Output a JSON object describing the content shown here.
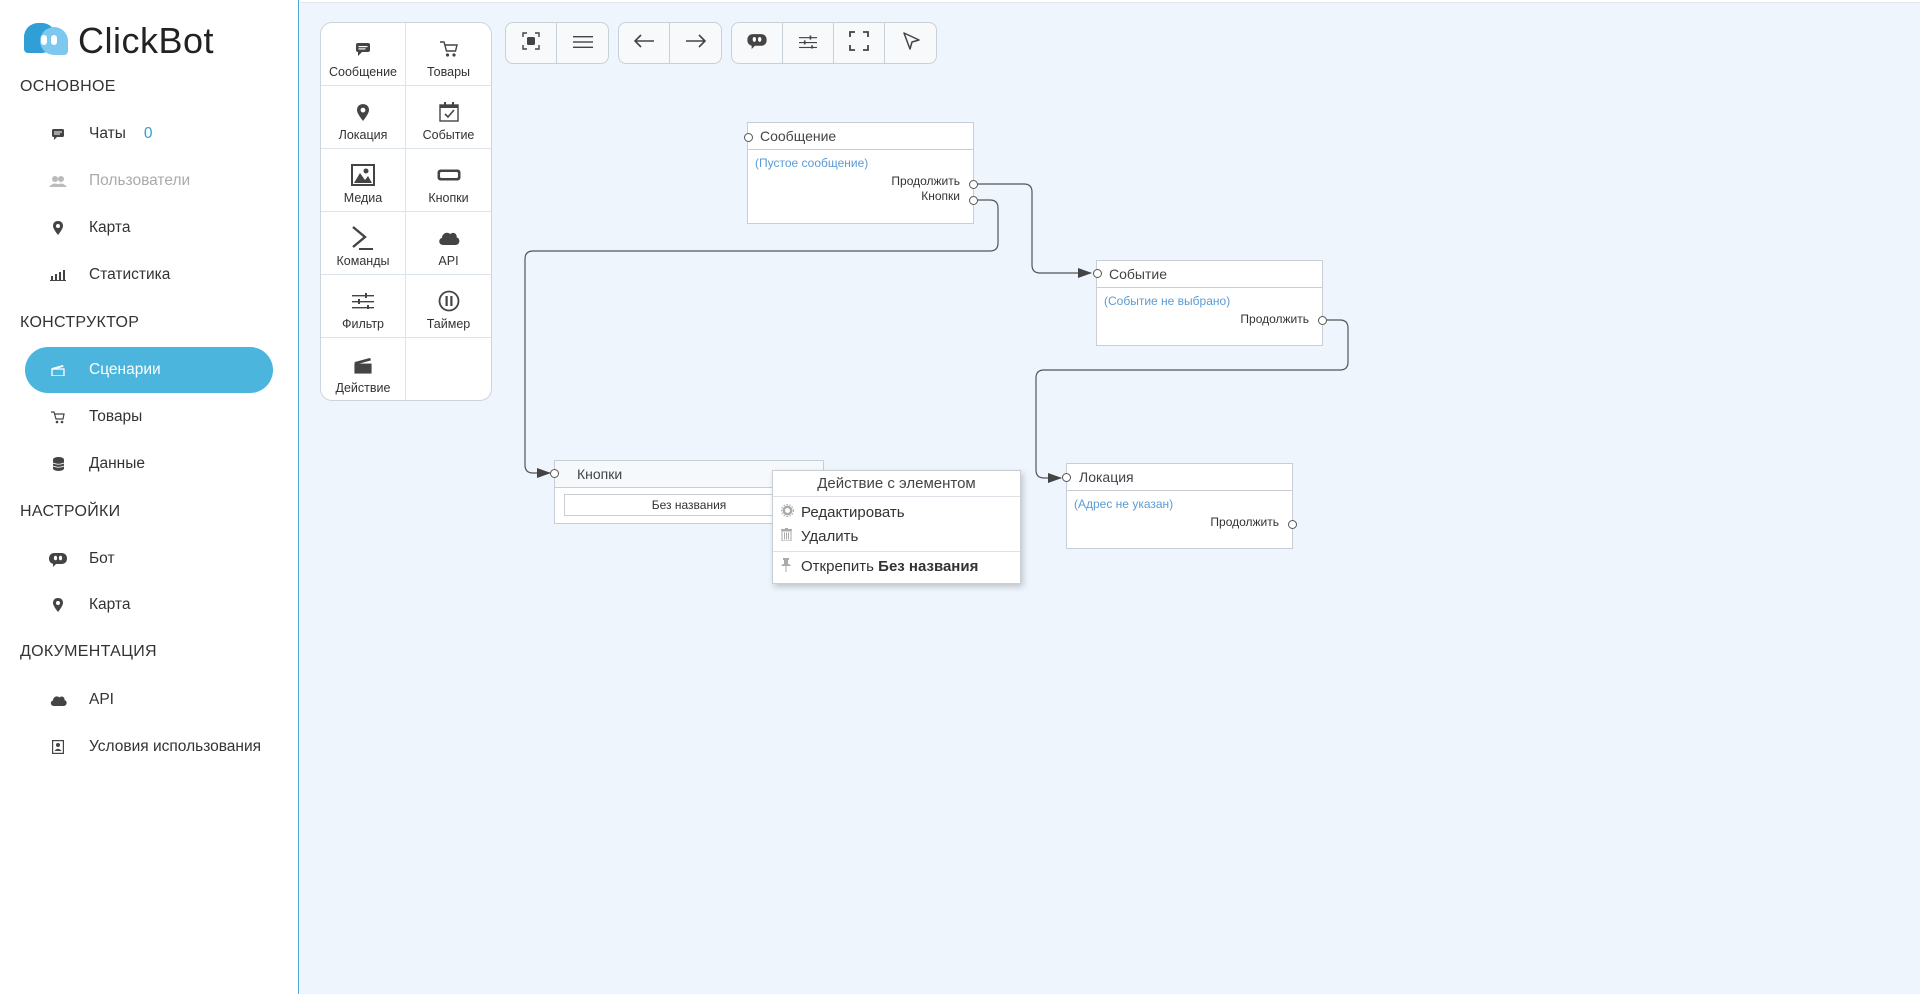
{
  "app": {
    "name": "ClickBot"
  },
  "sidebar": {
    "sections": {
      "main": "ОСНОВНОЕ",
      "constructor": "КОНСТРУКТОР",
      "settings": "НАСТРОЙКИ",
      "docs": "ДОКУМЕНТАЦИЯ"
    },
    "items": [
      {
        "label": "Чаты",
        "icon": "chat-icon",
        "count": "0"
      },
      {
        "label": "Пользователи",
        "icon": "users-icon"
      },
      {
        "label": "Карта",
        "icon": "map-pin-icon"
      },
      {
        "label": "Статистика",
        "icon": "stats-icon"
      },
      {
        "label": "Сценарии",
        "icon": "clapper-icon",
        "active": true
      },
      {
        "label": "Товары",
        "icon": "cart-icon"
      },
      {
        "label": "Данные",
        "icon": "database-icon"
      },
      {
        "label": "Бот",
        "icon": "bot-icon"
      },
      {
        "label": "Карта",
        "icon": "map-pin-icon"
      },
      {
        "label": "API",
        "icon": "cloud-icon"
      },
      {
        "label": "Условия использования",
        "icon": "document-icon"
      }
    ]
  },
  "palette": [
    {
      "label": "Сообщение",
      "icon": "message-icon"
    },
    {
      "label": "Товары",
      "icon": "cart-icon"
    },
    {
      "label": "Локация",
      "icon": "map-pin-icon"
    },
    {
      "label": "Событие",
      "icon": "calendar-check-icon"
    },
    {
      "label": "Медиа",
      "icon": "image-icon"
    },
    {
      "label": "Кнопки",
      "icon": "button-icon"
    },
    {
      "label": "Команды",
      "icon": "command-icon"
    },
    {
      "label": "API",
      "icon": "cloud-icon"
    },
    {
      "label": "Фильтр",
      "icon": "filter-icon"
    },
    {
      "label": "Таймер",
      "icon": "pause-icon"
    },
    {
      "label": "Действие",
      "icon": "clapper-icon"
    }
  ],
  "toolbar": {
    "groups": [
      [
        "fit-view-icon",
        "menu-icon"
      ],
      [
        "arrow-left-icon",
        "arrow-right-icon"
      ],
      [
        "bot-icon",
        "filter-icon",
        "fullscreen-icon",
        "pointer-icon"
      ]
    ]
  },
  "nodes": {
    "message": {
      "title": "Сообщение",
      "sub": "(Пустое сообщение)",
      "outs": [
        "Продолжить",
        "Кнопки"
      ]
    },
    "event": {
      "title": "Событие",
      "sub": "(Событие не выбрано)",
      "outs": [
        "Продолжить"
      ]
    },
    "buttons": {
      "title": "Кнопки",
      "button": "Без названия"
    },
    "location": {
      "title": "Локация",
      "sub": "(Адрес не указан)",
      "outs": [
        "Продолжить"
      ]
    }
  },
  "context_menu": {
    "title": "Действие с элементом",
    "edit": "Редактировать",
    "delete": "Удалить",
    "unpin_prefix": "Открепить",
    "unpin_name": "Без названия"
  },
  "colors": {
    "accent": "#4bb5de",
    "canvas": "#eef5fd",
    "link": "#5b9bd5"
  }
}
